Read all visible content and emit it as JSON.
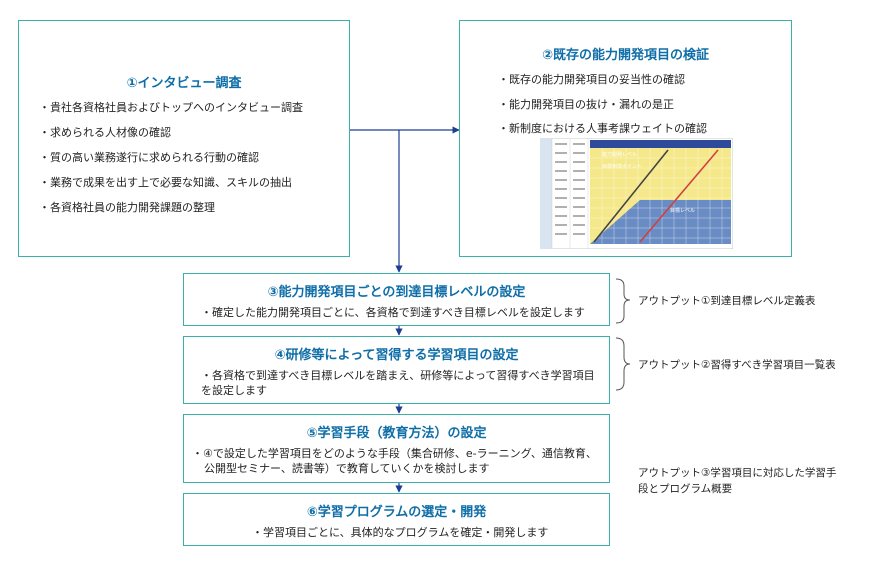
{
  "box1": {
    "title": "①インタビュー調査",
    "items": [
      "・貴社各資格社員およびトップへのインタビュー調査",
      "・求められる人材像の確認",
      "・質の高い業務遂行に求められる行動の確認",
      "・業務で成果を出す上で必要な知識、スキルの抽出",
      "・各資格社員の能力開発課題の整理"
    ]
  },
  "box2": {
    "title": "②既存の能力開発項目の検証",
    "items": [
      "・既存の能力開発項目の妥当性の確認",
      "・能力開発項目の抜け・漏れの是正",
      "・新制度における人事考課ウェイトの確認"
    ]
  },
  "step3": {
    "title": "③能力開発項目ごとの到達目標レベルの設定",
    "lines": [
      "・確定した能力開発項目ごとに、各資格で到達すべき目標レベルを設定します"
    ]
  },
  "step4": {
    "title": "④研修等によって習得する学習項目の設定",
    "lines": [
      "・各資格で到達すべき目標レベルを踏まえ、研修等によって習得すべき学習項目",
      "を設定します"
    ]
  },
  "step5": {
    "title": "⑤学習手段（教育方法）の設定",
    "lines": [
      "・④で設定した学習項目をどのような手段（集合研修、e-ラーニング、通信教育、",
      "公開型セミナー、読書等）で教育していくかを検討します"
    ]
  },
  "step6": {
    "title": "⑥学習プログラムの選定・開発",
    "lines": [
      "・学習項目ごとに、具体的なプログラムを確定・開発します"
    ]
  },
  "outputs": [
    {
      "lines": [
        "アウトプット①到達目標レベル定義表"
      ]
    },
    {
      "lines": [
        "アウトプット②習得すべき学習項目一覧表"
      ]
    },
    {
      "lines": [
        "アウトプット③学習項目に対応した学習手",
        "段とプログラム概要"
      ]
    }
  ],
  "thumbnail": {
    "labels": [
      "能力開発レベル",
      "目標到達ポイント",
      "目標レベル"
    ]
  },
  "colors": {
    "border": "#3ab0a8",
    "title": "#0f6ea8",
    "arrow": "#1c3f94"
  }
}
